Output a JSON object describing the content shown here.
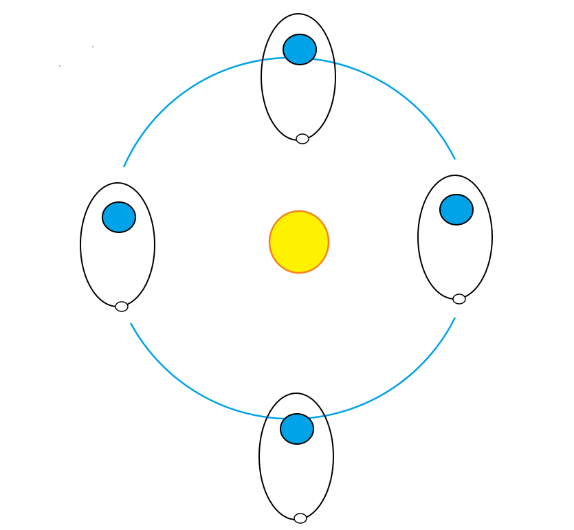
{
  "colors": {
    "orbit_path": "#00A2E8",
    "planet_fill": "#00A2E8",
    "sun_fill": "#FFF200",
    "sun_stroke": "#F58220",
    "satellite_orbit": "#000000"
  },
  "diagram": {
    "elements": [
      "sun",
      "planet-top",
      "planet-left",
      "planet-right",
      "planet-bottom"
    ]
  }
}
